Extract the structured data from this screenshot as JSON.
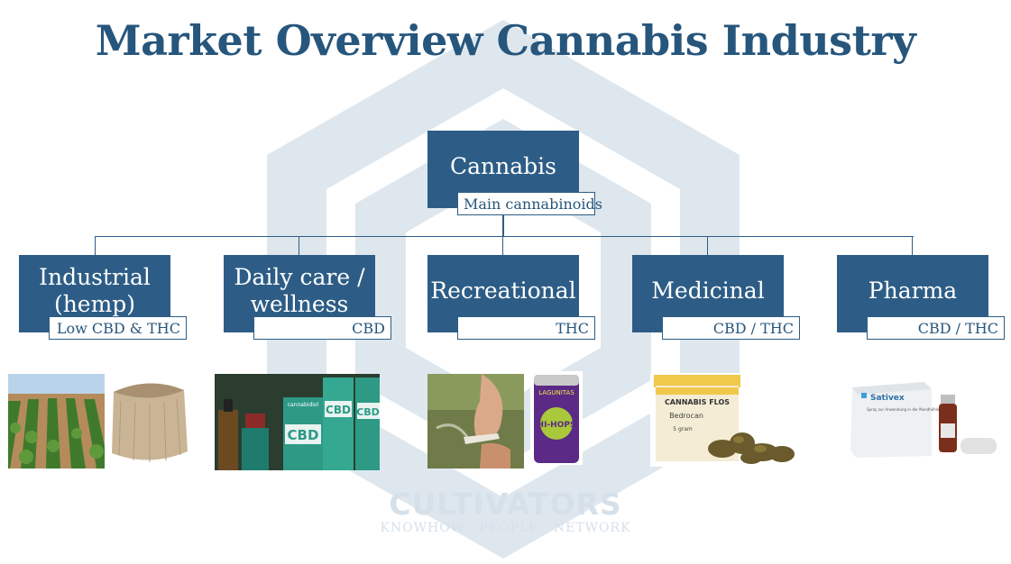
{
  "title": "Market Overview Cannabis Industry",
  "root": {
    "label": "Cannabis",
    "sub": "Main cannabinoids"
  },
  "categories": [
    {
      "label": "Industrial (hemp)",
      "sub": "Low CBD & THC"
    },
    {
      "label": "Daily care / wellness",
      "sub": "CBD"
    },
    {
      "label": "Recreational",
      "sub": "THC"
    },
    {
      "label": "Medicinal",
      "sub": "CBD / THC"
    },
    {
      "label": "Pharma",
      "sub": "CBD / THC"
    }
  ],
  "watermark": {
    "name": "CULTIVATORS",
    "tagline": "KNOWHOW · PEOPLE · NETWORK"
  },
  "product_text": {
    "cbd": "CBD",
    "cbd_small": "cannabidiol",
    "can": "LAGUNITAS",
    "can_sub": "HI-HOPS",
    "jar": "CANNABIS FLOS",
    "jar_sub": "Bedrocan",
    "jar_gram": "5 gram",
    "sativex": "Sativex",
    "sativex_sub": "Spray zur Anwendung in der Mundhöhle"
  },
  "colors": {
    "primary": "#2d5d86",
    "title": "#27567c",
    "watermark": "#d6e0e9"
  }
}
